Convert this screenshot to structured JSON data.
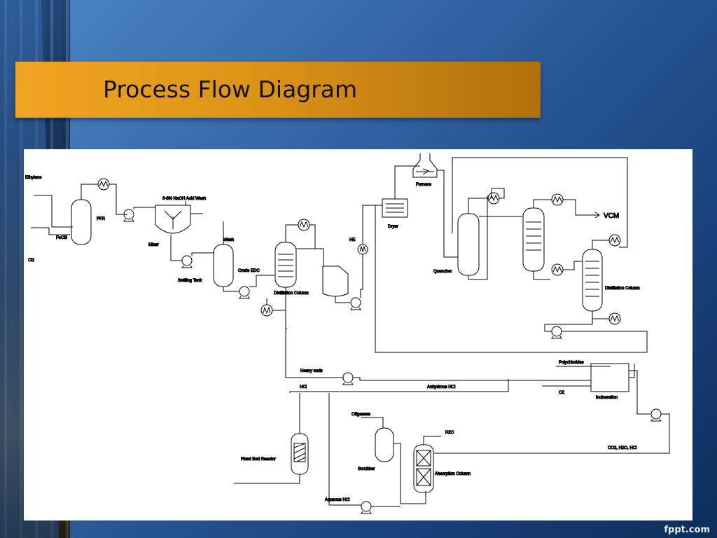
{
  "slide": {
    "title": "Process Flow Diagram",
    "brand": "fppt.com"
  },
  "labels": {
    "ethylene": "Ethylene",
    "cl2": "Cl2",
    "fecl3": "FeCl3",
    "pfr": "PFR",
    "naoh": "6-8% NaOH Acid Wash",
    "mixer": "Mixer",
    "settling_tank": "Settling Tank",
    "wash": "Wash",
    "crude_edc": "Crude EDC",
    "distillation_1": "Distillation Column",
    "he": "HE",
    "dryer": "Dryer",
    "furnace": "Furnace",
    "quencher": "Quencher",
    "vcm": "VCM",
    "distillation_2": "Distillation Column",
    "polychlorides": "Polychlorides",
    "heavy_ends": "Heavy ends",
    "hcl": "HCl",
    "anhydrous_hcl": "Anhydrous HCl",
    "o2": "O2",
    "incineration": "Incineration",
    "offgasses": "Offgasses",
    "h2o": "H2O",
    "co2_h2o_hcl": "CO2, H2O, HCl",
    "fixed_bed_reactor": "Fixed Bed Reactor",
    "scrubber": "Scrubber",
    "absorption_column": "Absorption Column",
    "aqueous_hcl": "Aqueous HCl"
  },
  "colors": {
    "title_bar": "#e39a18",
    "background": "#2f5f9e",
    "diagram_bg": "#ffffff"
  }
}
